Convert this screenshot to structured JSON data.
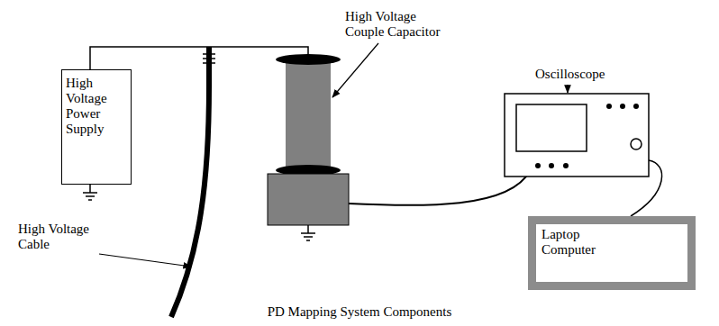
{
  "diagram": {
    "caption": "PD Mapping System Components",
    "nodes": [
      {
        "text": [
          "High Voltage Power Supply"
        ]
      },
      {
        "text": [
          "Laptop Computer"
        ]
      }
    ],
    "labels": [
      "High Voltage Couple Capacitor",
      "Oscilloscope",
      "High Voltage Cable"
    ]
  }
}
